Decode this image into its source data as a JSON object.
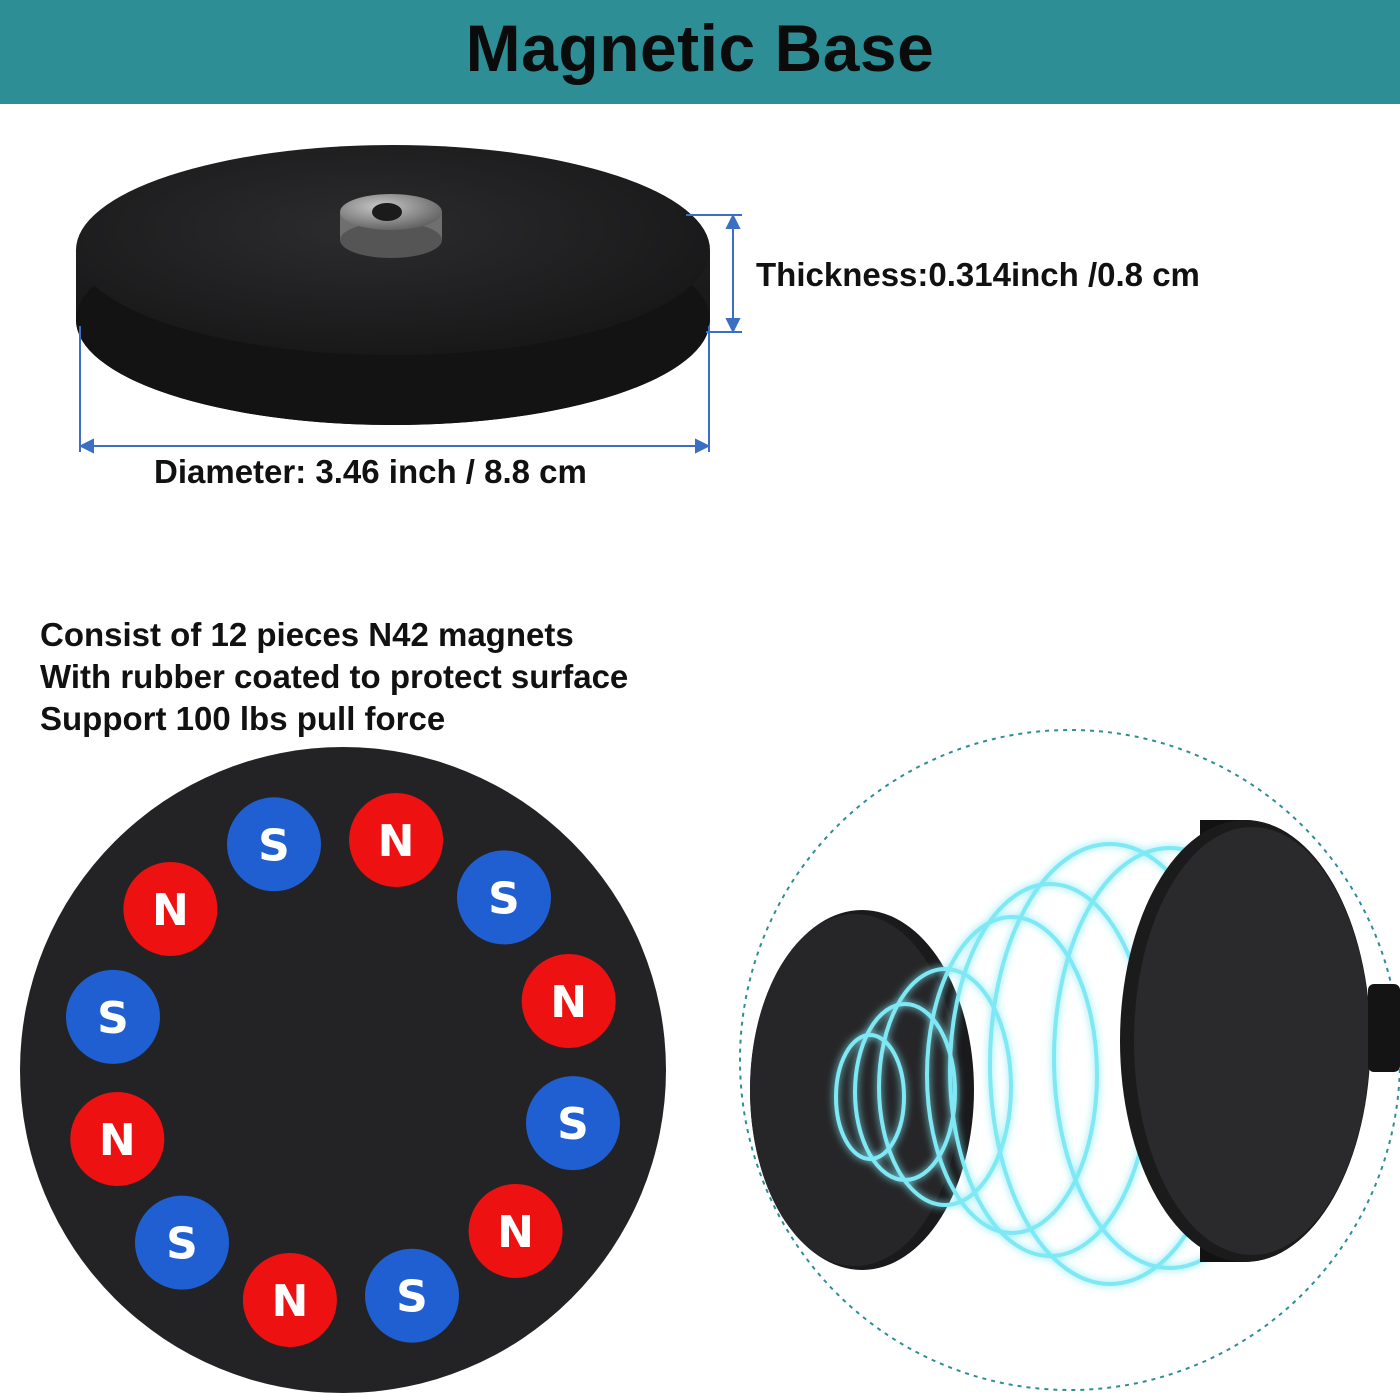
{
  "header": {
    "title": "Magnetic Base",
    "background_color": "#2e8e96"
  },
  "dimensions": {
    "thickness_label": "Thickness:0.314inch /0.8 cm",
    "diameter_label": "Diameter: 3.46 inch / 8.8 cm",
    "dimension_line_color": "#3b6fc4"
  },
  "features": {
    "lines": [
      "Consist of 12 pieces N42 magnets",
      "With rubber coated to protect surface",
      "Support 100 lbs pull force"
    ]
  },
  "magnet_ring": {
    "poles": [
      "S",
      "N",
      "S",
      "N",
      "S",
      "N",
      "S",
      "N",
      "S",
      "N",
      "S",
      "N"
    ],
    "north_color": "#ee1111",
    "south_color": "#1f5fd1",
    "disc_color": "#232325"
  },
  "field_illustration": {
    "ring_color": "#7ee8f4",
    "outline_color": "#2e8e96"
  }
}
